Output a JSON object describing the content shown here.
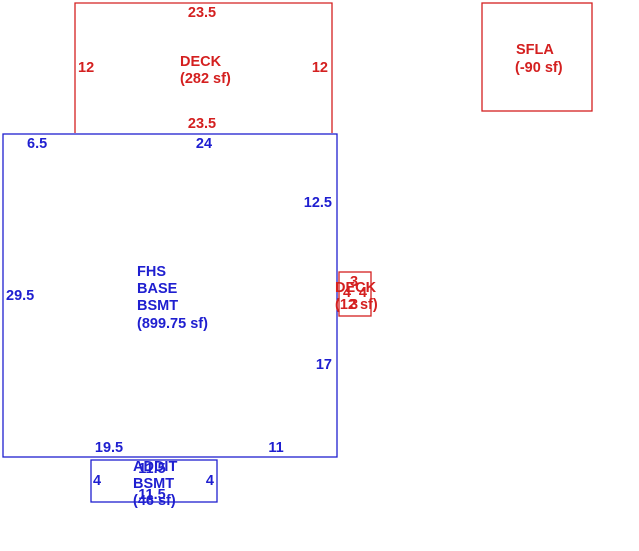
{
  "colors": {
    "deck": "#d42020",
    "basement": "#1f1fd0",
    "background": "#ffffff"
  },
  "areas": {
    "deck_top": {
      "name": "DECK",
      "area": "(282 sf)",
      "dim_top": "23.5",
      "dim_bottom": "23.5",
      "dim_left": "12",
      "dim_right": "12"
    },
    "sfla": {
      "name": "SFLA",
      "area": "(-90 sf)"
    },
    "fhs_base_bsmt": {
      "line1": "FHS",
      "line2": "BASE",
      "line3": "BSMT",
      "area": "(899.75 sf)",
      "dim_top_left": "6.5",
      "dim_top": "24",
      "dim_right_upper": "12.5",
      "dim_left": "29.5",
      "dim_right_lower": "17",
      "dim_bottom_left": "19.5",
      "dim_bottom_right": "11"
    },
    "deck_small": {
      "name": "DECK",
      "area": "(12 sf)",
      "dim_top": "3",
      "dim_left": "4",
      "dim_right": "4",
      "dim_bottom": "3"
    },
    "addit_bsmt": {
      "line1": "ADDIT",
      "line2": "BSMT",
      "area": "(46 sf)",
      "dim_top": "11.5",
      "dim_bottom": "11.5",
      "dim_left": "4",
      "dim_right": "4"
    }
  }
}
